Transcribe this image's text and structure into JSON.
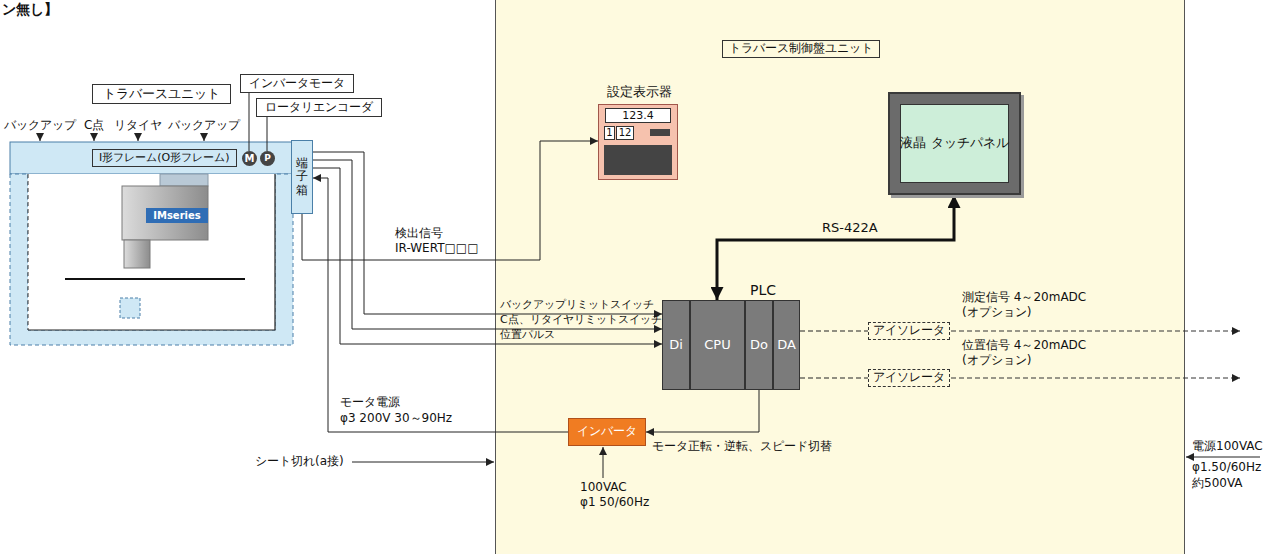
{
  "diagram": {
    "title": "ン無し】",
    "nodes": [
      {
        "text": [
          "トラバースユニット"
        ]
      },
      {
        "text": [
          "I形フレーム(O形フレーム)"
        ]
      },
      {
        "text": [
          "IMseries"
        ]
      },
      {
        "text": [
          "M"
        ]
      },
      {
        "text": [
          "P"
        ]
      },
      {
        "text": [
          "端子箱"
        ]
      },
      {
        "text": [
          "インバータモータ"
        ]
      },
      {
        "text": [
          "ロータリエンコーダ"
        ]
      },
      {
        "text": [
          "トラバース制御盤ユニット"
        ]
      },
      {
        "text": [
          "設定表示器",
          "123.4",
          "1",
          "12"
        ],
        "in": 8
      },
      {
        "text": [
          "液晶 タッチパネル"
        ],
        "in": 8
      },
      {
        "text": [
          "PLC"
        ],
        "in": 8
      },
      {
        "text": [
          "Di"
        ],
        "in": 11
      },
      {
        "text": [
          "CPU"
        ],
        "in": 11
      },
      {
        "text": [
          "Do"
        ],
        "in": 11
      },
      {
        "text": [
          "DA"
        ],
        "in": 11
      },
      {
        "text": [
          "アイソレータ"
        ],
        "in": 8
      },
      {
        "text": [
          "アイソレータ"
        ],
        "in": 8
      },
      {
        "text": [
          "インバータ"
        ],
        "in": 8
      }
    ],
    "edges": [
      {
        "from": 6,
        "to": 3,
        "arrow": "none"
      },
      {
        "from": 7,
        "to": 4,
        "arrow": "none"
      },
      {
        "from": 5,
        "to": 9,
        "label": "検出信号",
        "arrow": "to"
      },
      {
        "from": 5,
        "to": 12,
        "label": "バックアップリミットスイッチ",
        "arrow": "to"
      },
      {
        "from": 5,
        "to": 12,
        "label": "C点、リタイヤリミットスイッチ",
        "arrow": "to"
      },
      {
        "from": 5,
        "to": 12,
        "label": "位置パルス",
        "arrow": "to"
      },
      {
        "from": 18,
        "to": 5,
        "label": "モータ電源",
        "arrow": "to"
      },
      {
        "from": 13,
        "to": 10,
        "label": "RS-422A",
        "arrow": "both"
      },
      {
        "from": 14,
        "to": 18,
        "label": "モータ正転・逆転、スピード切替",
        "arrow": "to"
      },
      {
        "from": 15,
        "to": 16,
        "arrow": "none"
      },
      {
        "from": 15,
        "to": 17,
        "arrow": "none"
      }
    ],
    "labels": [
      "バックアップ",
      "C点",
      "リタイヤ",
      "バックアップ",
      "IR-WERT□□□",
      "φ3 200V 30～90Hz",
      "測定信号 4～20mADC",
      "(オプション)",
      "位置信号 4～20mADC",
      "(オプション)",
      "シート切れ(a接)",
      "100VAC",
      "φ1 50/60Hz",
      "電源100VAC",
      "φ1.50/60Hz",
      "約500VA"
    ]
  }
}
